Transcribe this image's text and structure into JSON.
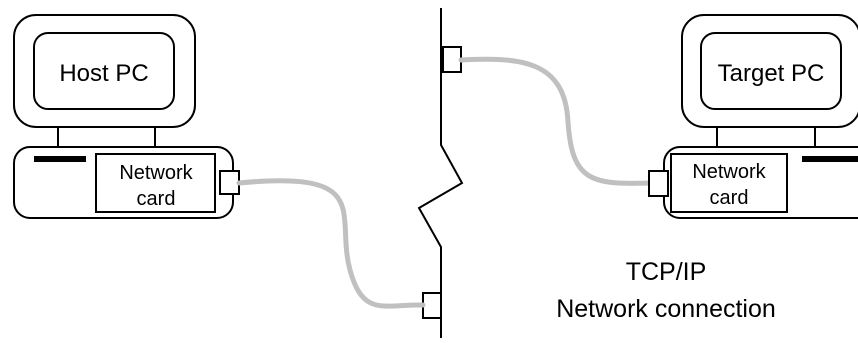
{
  "host_pc": {
    "screen_label": "Host PC",
    "card_label_line1": "Network",
    "card_label_line2": "card"
  },
  "target_pc": {
    "screen_label": "Target PC",
    "card_label_line1": "Network",
    "card_label_line2": "card"
  },
  "network": {
    "label_line1": "TCP/IP",
    "label_line2": "Network connection"
  },
  "colors": {
    "cable": "#c0c0c0",
    "ink": "#000000",
    "background": "#ffffff"
  }
}
